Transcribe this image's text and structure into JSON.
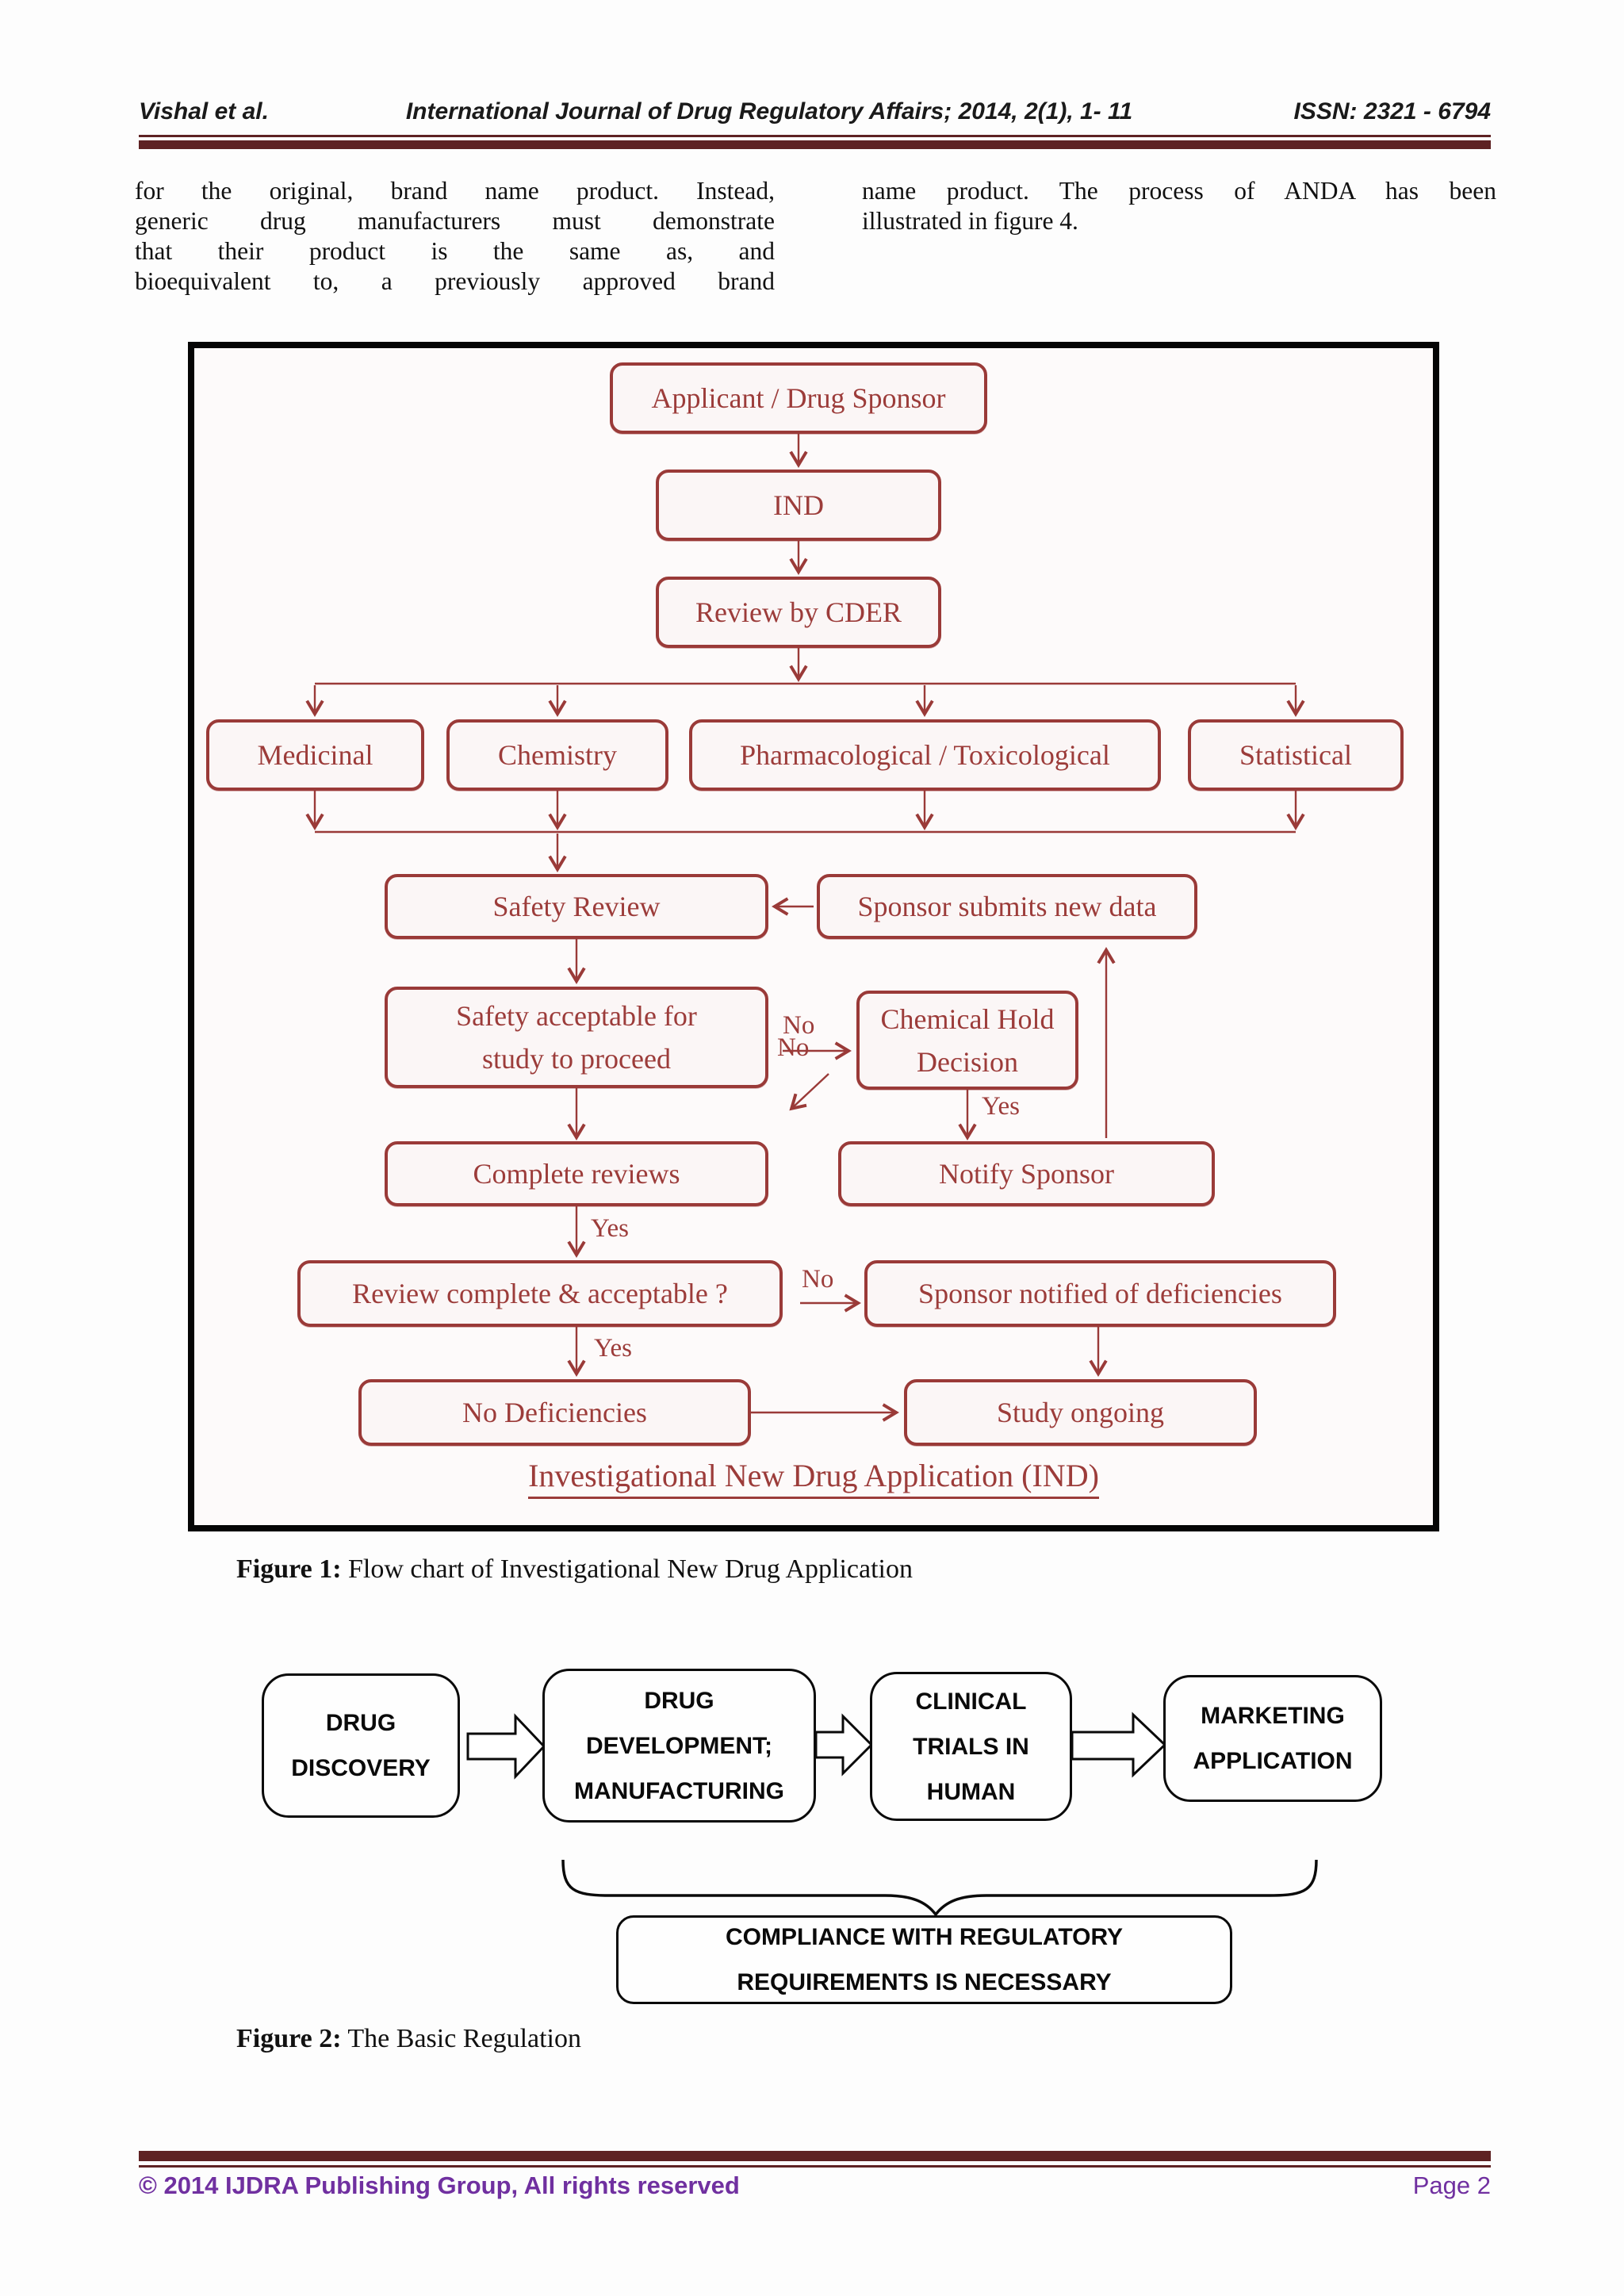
{
  "header": {
    "author": "Vishal et al.",
    "journal": "International Journal of Drug Regulatory Affairs; 2014, 2(1), 1- 11",
    "issn": "ISSN: 2321 - 6794"
  },
  "body": {
    "left_lines": [
      "for the original, brand name product. Instead,",
      "generic drug manufacturers must demonstrate",
      "that their product is the same as, and",
      "bioequivalent to, a previously approved brand"
    ],
    "right_lines": [
      "name product. The process of ANDA has been",
      "illustrated in figure 4."
    ]
  },
  "figure1": {
    "caption_label": "Figure 1:",
    "caption_text": " Flow chart of Investigational New Drug Application",
    "diagram_title": "Investigational New Drug Application (IND)",
    "nodes": {
      "applicant": "Applicant / Drug Sponsor",
      "ind": "IND",
      "review_cder": "Review by CDER",
      "medicinal": "Medicinal",
      "chemistry": "Chemistry",
      "pharm_tox": "Pharmacological / Toxicological",
      "statistical": "Statistical",
      "safety_review": "Safety Review",
      "sponsor_submits": "Sponsor submits new data",
      "safety_acceptable": "Safety acceptable for\nstudy to proceed",
      "chemical_hold": "Chemical Hold\nDecision",
      "complete_reviews": "Complete reviews",
      "notify_sponsor": "Notify Sponsor",
      "review_complete": "Review complete & acceptable ?",
      "sponsor_notified": "Sponsor notified of deficiencies",
      "no_deficiencies": "No Deficiencies",
      "study_ongoing": "Study ongoing"
    },
    "edge_labels": {
      "yes": "Yes",
      "no": "No"
    }
  },
  "figure2": {
    "caption_label": "Figure 2:",
    "caption_text": " The Basic Regulation",
    "nodes": {
      "discovery": "DRUG\nDISCOVERY",
      "development": "DRUG\nDEVELOPMENT;\nMANUFACTURING",
      "clinical": "CLINICAL\nTRIALS IN\nHUMAN",
      "marketing": "MARKETING\nAPPLICATION",
      "compliance": "COMPLIANCE WITH REGULATORY\nREQUIREMENTS IS NECESSARY"
    }
  },
  "footer": {
    "copyright": "© 2014 IJDRA Publishing Group, All rights reserved",
    "page": "Page 2"
  },
  "colors": {
    "maroon_rule": "#5e2223",
    "diagram_red": "#9a3a38",
    "footer_purple": "#7030a0",
    "figure_black": "#0a0a0a"
  }
}
